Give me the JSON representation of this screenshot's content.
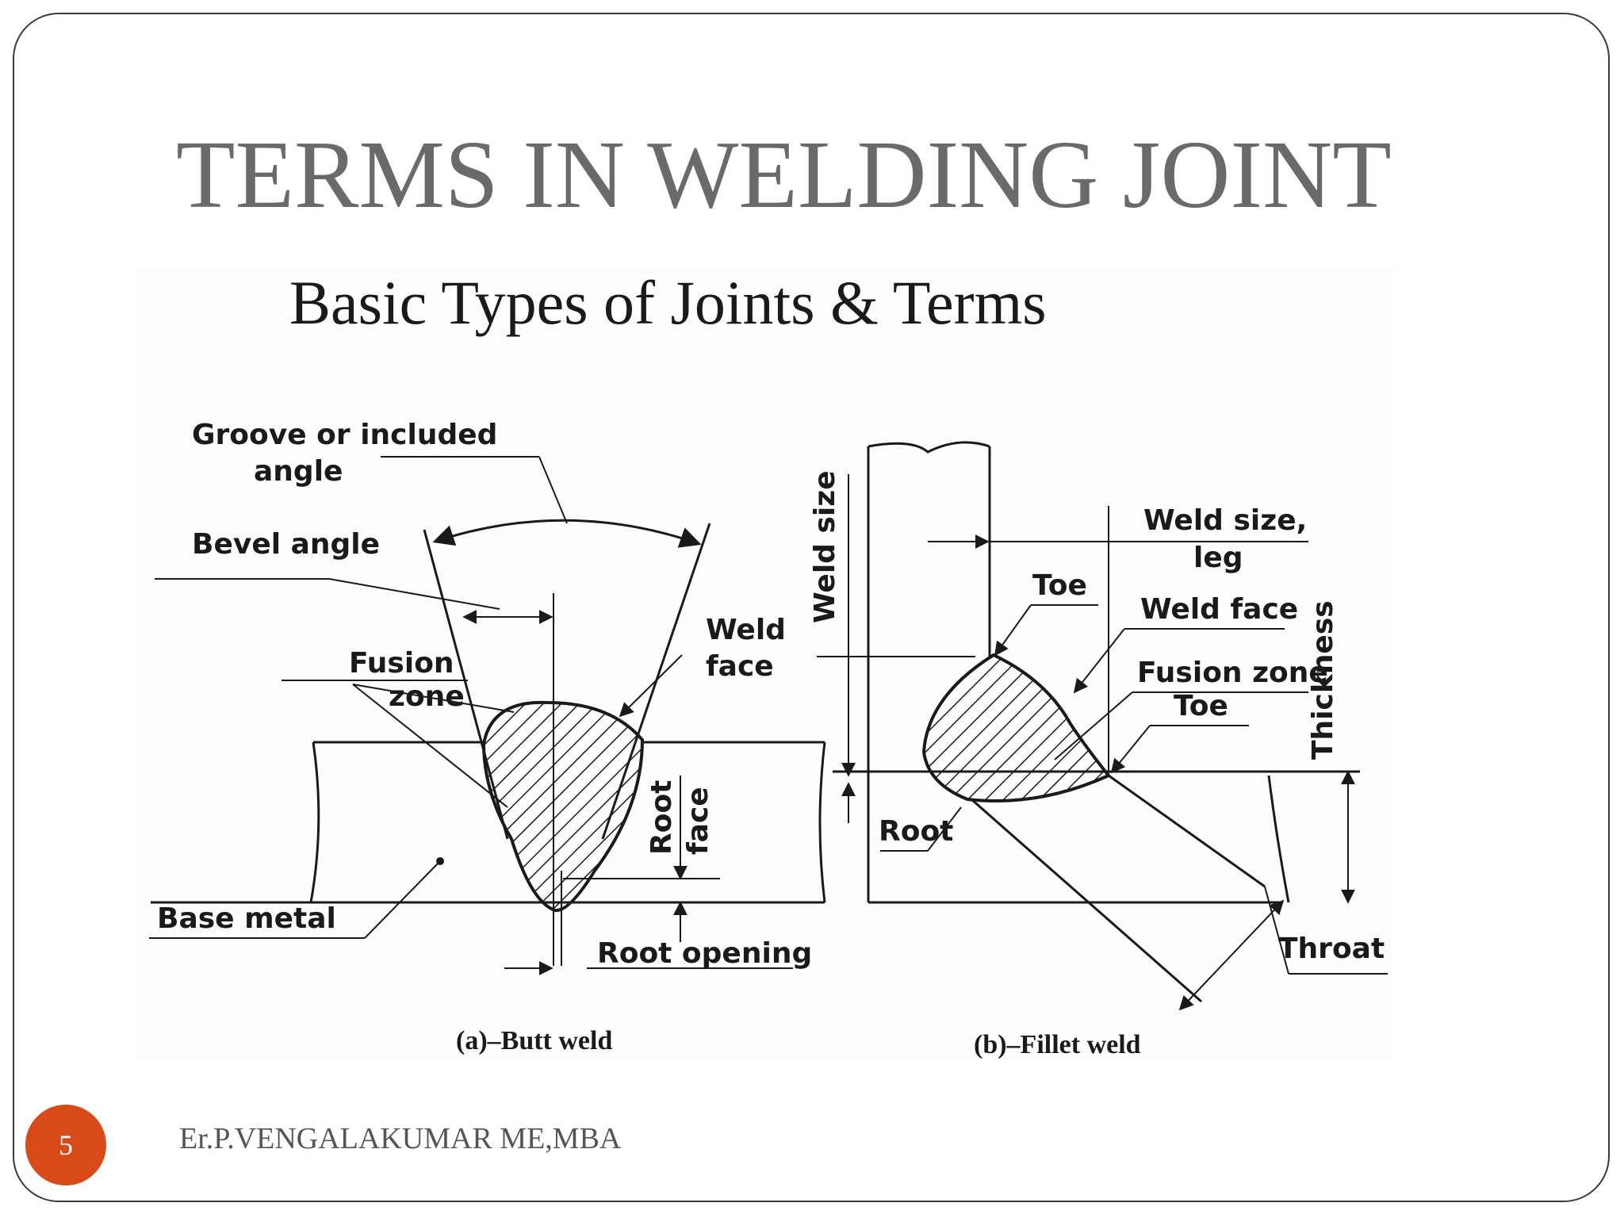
{
  "slide": {
    "title": "TERMS IN WELDING JOINT",
    "page_number": "5",
    "author": "Er.P.VENGALAKUMAR ME,MBA",
    "accent_color": "#d94a19",
    "title_color": "#6a6a6a"
  },
  "figure": {
    "title": "Basic Types of Joints & Terms",
    "butt_weld": {
      "caption": "(a)–Butt weld",
      "labels": {
        "groove_line1": "Groove or included",
        "groove_line2": "angle",
        "bevel_angle": "Bevel angle",
        "fusion_line1": "Fusion",
        "fusion_line2": "zone",
        "weld_line1": "Weld",
        "weld_line2": "face",
        "root_face_line1": "Root",
        "root_face_line2": "face",
        "base_metal": "Base metal",
        "root_opening": "Root opening"
      }
    },
    "fillet_weld": {
      "caption": "(b)–Fillet weld",
      "labels": {
        "weld_size_vertical": "Weld size",
        "weld_size_line1": "Weld size,",
        "weld_size_line2": "leg",
        "toe_top": "Toe",
        "weld_face": "Weld face",
        "fusion_zone": "Fusion zone",
        "toe_bottom": "Toe",
        "thickness": "Thickness",
        "root": "Root",
        "throat": "Throat"
      }
    }
  }
}
